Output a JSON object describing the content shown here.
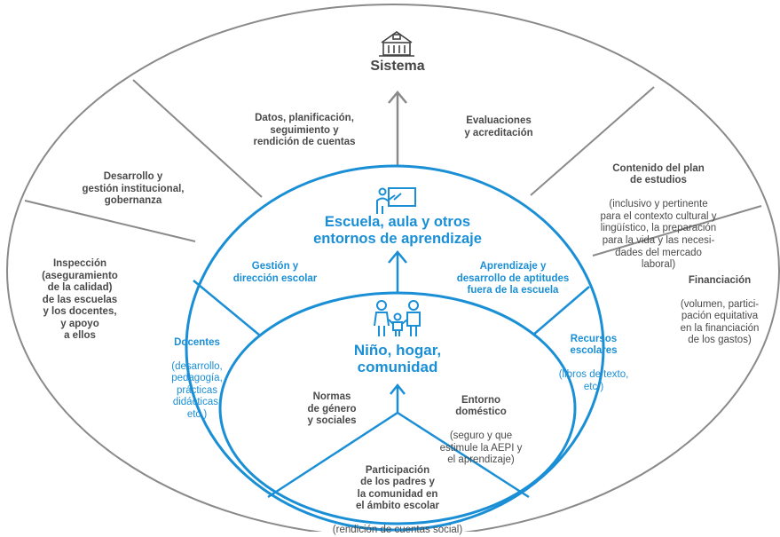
{
  "colors": {
    "gray": "#8a8a8a",
    "gray_text": "#4a4a4a",
    "blue": "#1a8fd6",
    "white": "#ffffff"
  },
  "icons": {
    "system": "school-building-icon",
    "school": "teacher-whiteboard-icon",
    "child": "family-icon"
  },
  "system": {
    "title": "Sistema",
    "labels": {
      "data_planning": "Datos, planificación,\nseguimiento y\nrendición de cuentas",
      "evaluations": "Evaluaciones\ny acreditación",
      "institutional": "Desarrollo y\ngestión institucional,\ngobernanza",
      "curriculum_title": "Contenido del plan\nde estudios",
      "curriculum_detail": "(inclusivo y pertinente\npara el contexto cultural y\nlingüístico, la preparación\npara la vida y las necesi-\ndades del mercado\nlaboral)",
      "inspection": "Inspección\n(aseguramiento\nde la calidad)\nde las escuelas\ny los docentes,\ny apoyo\na ellos",
      "financing_title": "Financiación",
      "financing_detail": "(volumen, partici-\npación equitativa\nen la financiación\nde los gastos)"
    }
  },
  "school": {
    "title": "Escuela, aula y otros\nentornos de aprendizaje",
    "labels": {
      "management": "Gestión y\ndirección escolar",
      "learning_outside": "Aprendizaje y\ndesarrollo de aptitudes\nfuera de la escuela",
      "teachers_title": "Docentes",
      "teachers_detail": "(desarrollo,\npedagogía,\nprácticas\ndidácticas,\netc.)",
      "resources_title": "Recursos\nescolares",
      "resources_detail": "(libros de texto,\netc.)"
    }
  },
  "child": {
    "title": "Niño, hogar,\ncomunidad",
    "labels": {
      "norms": "Normas\nde género\ny sociales",
      "home_title": "Entorno\ndoméstico",
      "home_detail": "(seguro y que\nestimule la AEPI y\nel aprendizaje)",
      "participation_title": "Participación\nde los padres y\nla comunidad en\nel ámbito escolar",
      "participation_detail": "(rendición de cuentas social)"
    }
  }
}
